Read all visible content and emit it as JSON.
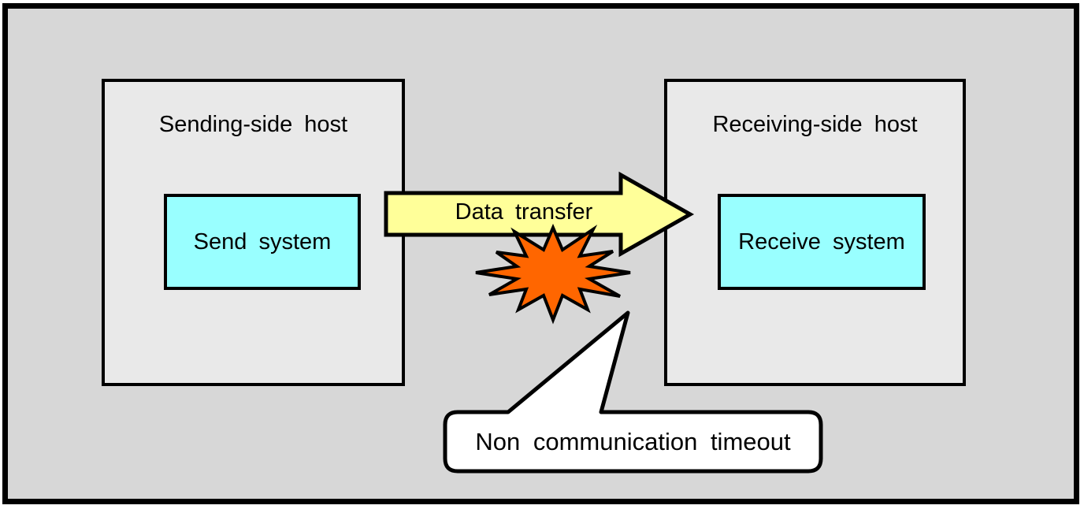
{
  "diagram": {
    "sending_host": {
      "title": "Sending-side host",
      "system_label": "Send system"
    },
    "receiving_host": {
      "title": "Receiving-side host",
      "system_label": "Receive system"
    },
    "data_flow": {
      "arrow_label": "Data transfer",
      "direction": "left-to-right"
    },
    "failure": {
      "callout_label": "Non communication timeout",
      "symbol": "explosion-burst"
    },
    "colors": {
      "canvas_bg": "#d7d7d7",
      "host_bg": "#e9e9e9",
      "system_bg": "#99ffff",
      "arrow_fill": "#ffff99",
      "burst_fill": "#ff6600",
      "callout_bg": "#ffffff",
      "outline": "#000000"
    }
  }
}
